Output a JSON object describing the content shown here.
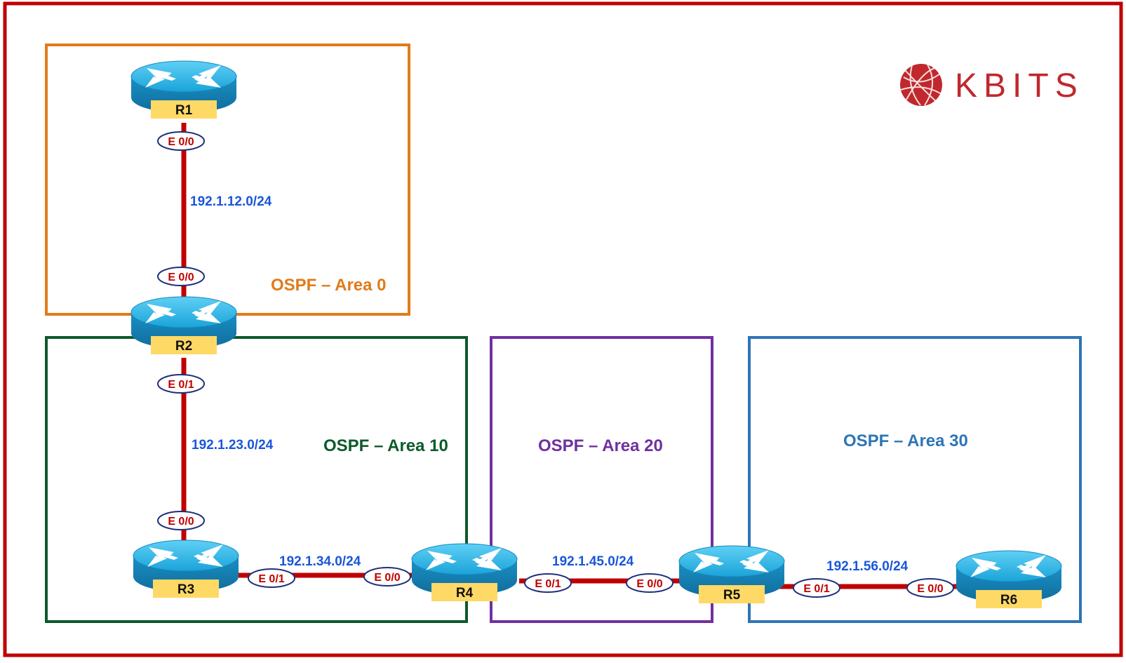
{
  "brand": {
    "name": "KBITS",
    "color": "#c0282d"
  },
  "colors": {
    "frame": "#c00000",
    "link": "#c00000",
    "subnet_text": "#1a56db",
    "intf_text": "#c00000",
    "intf_border": "#1f2f7a",
    "router_label_bg": "#ffd966"
  },
  "areas": [
    {
      "id": "area0",
      "label": "OSPF – Area 0",
      "color": "#e07b1a"
    },
    {
      "id": "area10",
      "label": "OSPF – Area 10",
      "color": "#0d5a2a"
    },
    {
      "id": "area20",
      "label": "OSPF – Area 20",
      "color": "#7030a0"
    },
    {
      "id": "area30",
      "label": "OSPF – Area 30",
      "color": "#2e75b6"
    }
  ],
  "routers": [
    {
      "id": "R1",
      "label": "R1"
    },
    {
      "id": "R2",
      "label": "R2"
    },
    {
      "id": "R3",
      "label": "R3"
    },
    {
      "id": "R4",
      "label": "R4"
    },
    {
      "id": "R5",
      "label": "R5"
    },
    {
      "id": "R6",
      "label": "R6"
    }
  ],
  "links": [
    {
      "subnet": "192.1.12.0/24",
      "a": "R1",
      "a_intf": "E 0/0",
      "b": "R2",
      "b_intf": "E 0/0"
    },
    {
      "subnet": "192.1.23.0/24",
      "a": "R2",
      "a_intf": "E 0/1",
      "b": "R3",
      "b_intf": "E 0/0"
    },
    {
      "subnet": "192.1.34.0/24",
      "a": "R3",
      "a_intf": "E 0/1",
      "b": "R4",
      "b_intf": "E 0/0"
    },
    {
      "subnet": "192.1.45.0/24",
      "a": "R4",
      "a_intf": "E 0/1",
      "b": "R5",
      "b_intf": "E 0/0"
    },
    {
      "subnet": "192.1.56.0/24",
      "a": "R5",
      "a_intf": "E 0/1",
      "b": "R6",
      "b_intf": "E 0/0"
    }
  ]
}
